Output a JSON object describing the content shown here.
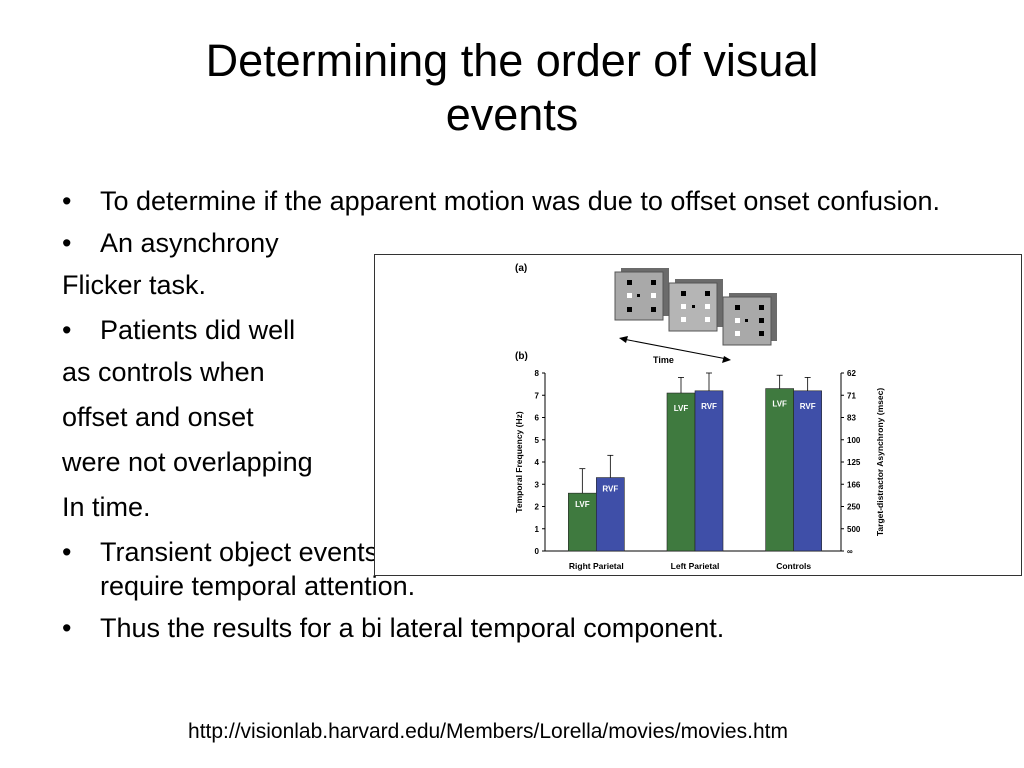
{
  "slide": {
    "title_line1": "Determining the order of visual",
    "title_line2": "events",
    "items": [
      {
        "type": "bullet",
        "text": "To determine if the apparent motion was due to offset onset confusion."
      },
      {
        "type": "bullet",
        "text": "An asynchrony"
      },
      {
        "type": "plain",
        "text": "Flicker task."
      },
      {
        "type": "bullet",
        "text": "Patients did well"
      },
      {
        "type": "plain",
        "text": "as controls when"
      },
      {
        "type": "plain",
        "text": "offset and onset"
      },
      {
        "type": "plain",
        "text": "were not overlapping"
      },
      {
        "type": "plain",
        "text": "In time."
      },
      {
        "type": "bullet",
        "text": "Transient object events like appearance and disappearance require temporal attention."
      },
      {
        "type": "bullet",
        "text": "Thus the results for a bi lateral temporal component."
      }
    ],
    "footer_url": "http://visionlab.harvard.edu/Members/Lorella/movies/movies.htm"
  },
  "figure": {
    "panel_a_label": "(a)",
    "panel_b_label": "(b)",
    "time_label": "Time"
  },
  "chart_data": {
    "type": "bar",
    "categories": [
      "Right Parietal",
      "Left Parietal",
      "Controls"
    ],
    "series": [
      {
        "name": "LVF",
        "values": [
          2.6,
          7.1,
          7.3
        ],
        "errors": [
          1.1,
          0.7,
          0.6
        ],
        "color": "#3f7a3f"
      },
      {
        "name": "RVF",
        "values": [
          3.3,
          7.2,
          7.2
        ],
        "errors": [
          1.0,
          0.8,
          0.6
        ],
        "color": "#3f4fa8"
      }
    ],
    "ylabel": "Temporal Frequency (Hz)",
    "ylim": [
      0,
      8
    ],
    "yticks": [
      0,
      1,
      2,
      3,
      4,
      5,
      6,
      7,
      8
    ],
    "y2label": "Target-distractor Asynchrony (msec)",
    "y2ticks": [
      "∞",
      "500",
      "250",
      "166",
      "125",
      "100",
      "83",
      "71",
      "62"
    ]
  }
}
